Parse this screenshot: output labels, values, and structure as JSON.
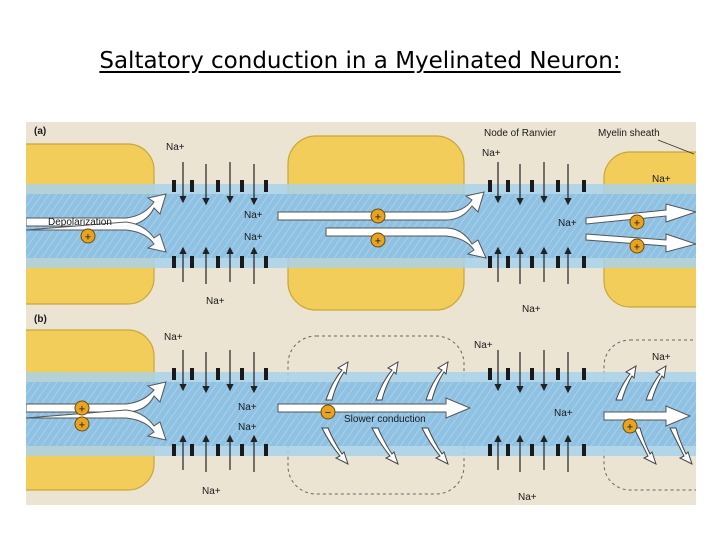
{
  "slide": {
    "title": "Saltatory conduction in a Myelinated Neuron:"
  },
  "colors": {
    "myelin": "#f2cd59",
    "axon": "#8fc1e3",
    "axon_band": "#a9d2ec",
    "paper": "#ece4d2",
    "ion_marker": "#e7a324"
  },
  "diagram": {
    "panel_a": {
      "letter": "(a)",
      "node_label": "Node of Ranvier",
      "sheath_label": "Myelin sheath",
      "depol_label": "Depolarization",
      "ion_labels": [
        "Na+",
        "Na+",
        "Na+",
        "Na+",
        "Na+",
        "Na+",
        "Na+",
        "Na+"
      ]
    },
    "panel_b": {
      "letter": "(b)",
      "slow_label": "Slower conduction",
      "ion_labels": [
        "Na+",
        "Na+",
        "Na+",
        "Na+",
        "Na+",
        "Na+",
        "Na+",
        "Na+"
      ]
    },
    "charges": {
      "plus": "+",
      "minus": "−"
    }
  }
}
